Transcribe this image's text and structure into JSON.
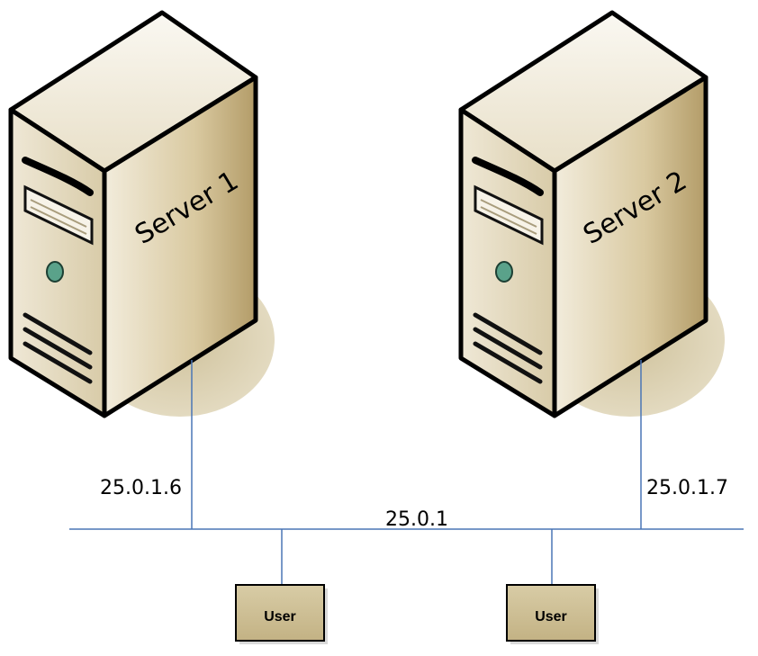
{
  "servers": [
    {
      "label": "Server 1",
      "ip": "25.0.1.6"
    },
    {
      "label": "Server 2",
      "ip": "25.0.1.7"
    }
  ],
  "network": {
    "label": "25.0.1"
  },
  "users": [
    {
      "label": "User"
    },
    {
      "label": "User"
    }
  ],
  "colors": {
    "line": "#4a76b5",
    "server_front": "#eae2cc",
    "server_side": "#c8b58a",
    "server_top": "#f5f1e6",
    "shadow": "#d9cfb2",
    "user_fill": "#cdbf95",
    "led": "#5aa28a"
  }
}
